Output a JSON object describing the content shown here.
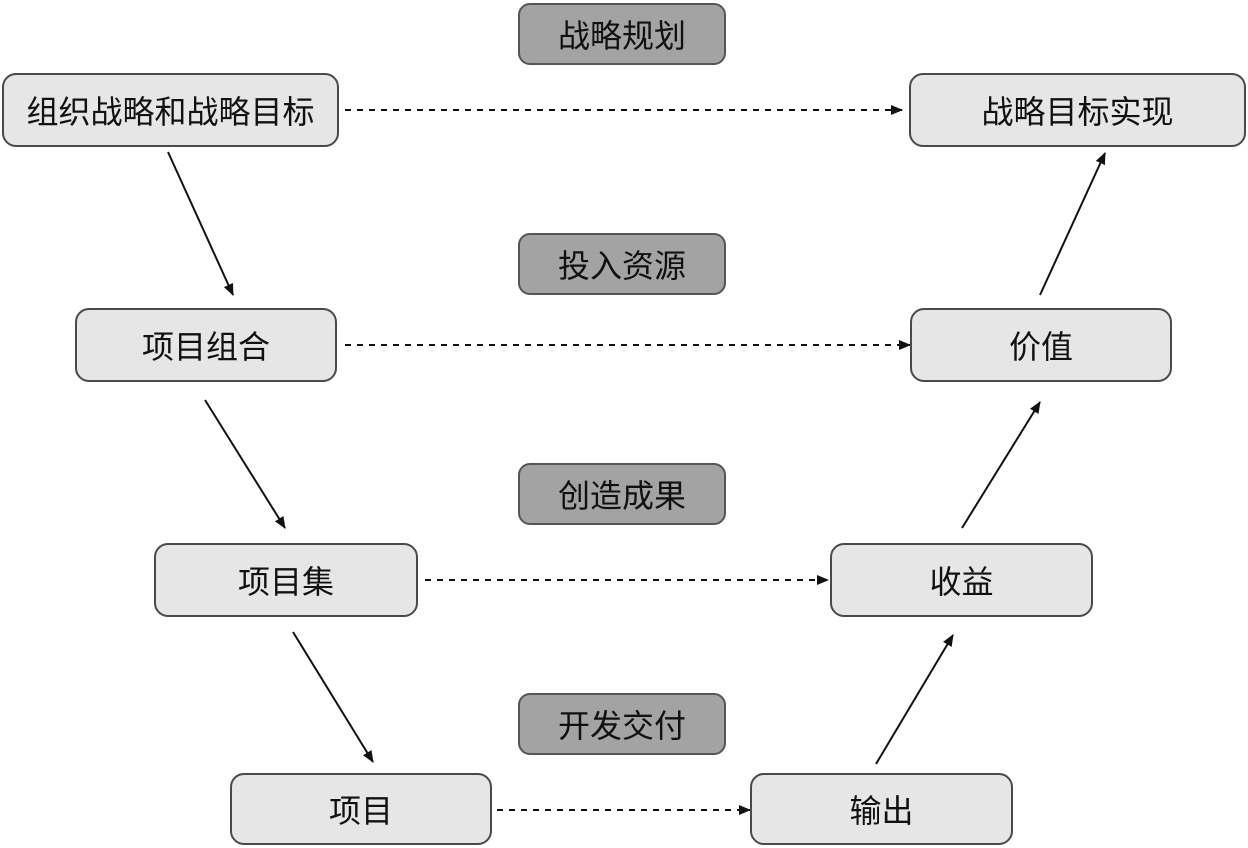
{
  "phases": {
    "strategy_planning": "战略规划",
    "input_resources": "投入资源",
    "create_results": "创造成果",
    "develop_deliver": "开发交付"
  },
  "left": {
    "org_strategy": "组织战略和战略目标",
    "portfolio": "项目组合",
    "program": "项目集",
    "project": "项目"
  },
  "right": {
    "strategy_realized": "战略目标实现",
    "value": "价值",
    "benefits": "收益",
    "output": "输出"
  }
}
